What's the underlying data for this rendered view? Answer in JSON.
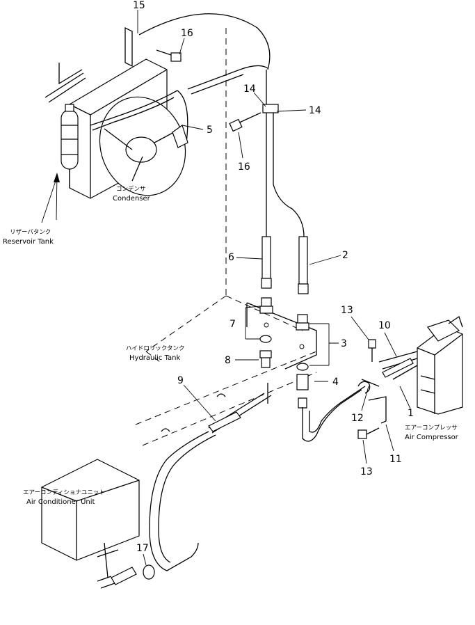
{
  "components": {
    "condenser": {
      "jp": "コンデンサ",
      "en": "Condenser"
    },
    "reservoir_tank": {
      "jp": "リザーバタンク",
      "en": "Reservoir Tank"
    },
    "hydraulic_tank": {
      "jp": "ハイドロリックタンク",
      "en": "Hydraulic Tank"
    },
    "air_compressor": {
      "jp": "エアーコンプレッサ",
      "en": "Air Compressor"
    },
    "air_conditioner_unit": {
      "jp": "エアーコンディショナユニット",
      "en": "Air Conditioner Unit"
    }
  },
  "callouts": {
    "n1": "1",
    "n2": "2",
    "n3": "3",
    "n4": "4",
    "n5": "5",
    "n6": "6",
    "n7": "7",
    "n8": "8",
    "n9": "9",
    "n10": "10",
    "n11": "11",
    "n12": "12",
    "n13a": "13",
    "n13b": "13",
    "n14a": "14",
    "n14b": "14",
    "n15": "15",
    "n16a": "16",
    "n16b": "16",
    "n17": "17"
  }
}
